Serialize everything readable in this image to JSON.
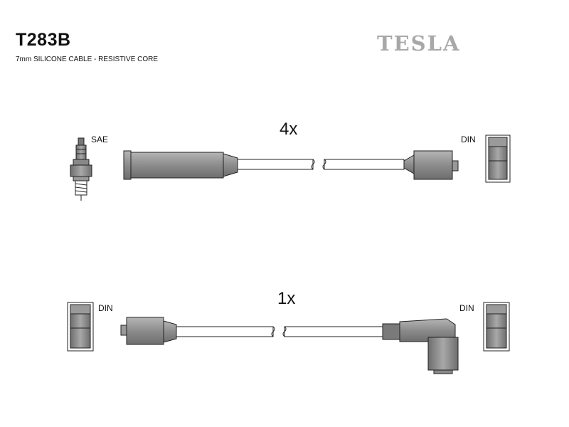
{
  "header": {
    "part_code": "T283B",
    "spec": "7mm SILICONE CABLE - RESISTIVE CORE",
    "brand": "TESLA"
  },
  "set_top": {
    "quantity": "4x",
    "left_label": "SAE",
    "right_label": "DIN"
  },
  "set_bottom": {
    "quantity": "1x",
    "left_label": "DIN",
    "right_label": "DIN"
  },
  "colors": {
    "part_fill": "#8f8f8f",
    "part_dark": "#5a5a5a",
    "outline": "#222222",
    "brand": "#a8a8a8"
  }
}
